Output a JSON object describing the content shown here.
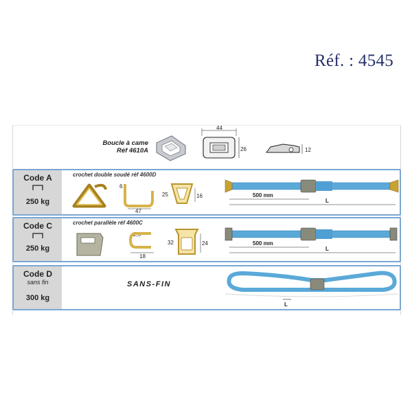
{
  "header": {
    "ref": "Réf. : 4545"
  },
  "buckle": {
    "name": "Boucle à came",
    "ref": "Réf 4610A",
    "dim_width": "44",
    "dim_height": "26",
    "dim_side": "12"
  },
  "rows": [
    {
      "code": "Code A",
      "subtitle": "",
      "capacity": "250 kg",
      "hook_desc": "crochet double soudé réf 4600D",
      "dims": {
        "a": "6",
        "b": "47",
        "c": "25",
        "d": "16"
      },
      "strap_fixed": "500 mm",
      "strap_length": "L"
    },
    {
      "code": "Code C",
      "subtitle": "",
      "capacity": "250 kg",
      "hook_desc": "crochet parallèle réf 4600C",
      "dims": {
        "a": "2,5",
        "b": "18",
        "c": "32",
        "d": "24"
      },
      "strap_fixed": "500 mm",
      "strap_length": "L"
    },
    {
      "code": "Code D",
      "subtitle": "sans fin",
      "capacity": "300 kg",
      "type_label": "SANS-FIN",
      "strap_length": "L"
    }
  ],
  "colors": {
    "strap": "#5aa9d8",
    "strap_dark": "#2f7fb8",
    "row_border": "#7aa6d2",
    "gold": "#c9a331",
    "metal": "#8a8a7a",
    "ref_text": "#25306a"
  }
}
